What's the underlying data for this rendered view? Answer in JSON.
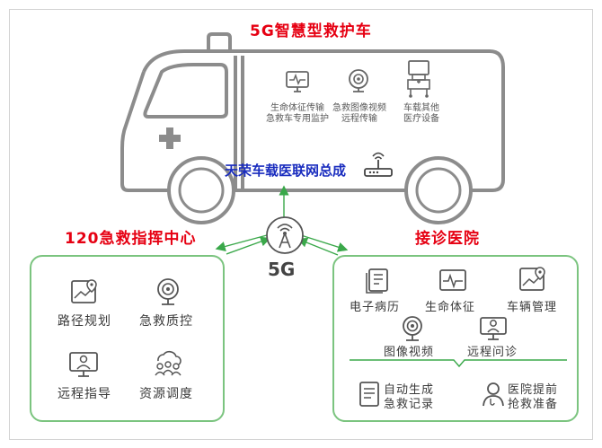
{
  "title": "5G智慧型救护车",
  "network_label": "天荣车载医联网总成",
  "antenna_label": "5G",
  "vehicle_devices": [
    {
      "icon": "vital-monitor-icon",
      "lines": [
        "生命体征传输",
        "急救车专用监护"
      ]
    },
    {
      "icon": "camera-icon",
      "lines": [
        "急救图像视频",
        "远程传输"
      ]
    },
    {
      "icon": "medical-cart-icon",
      "lines": [
        "车载其他",
        "医疗设备"
      ]
    }
  ],
  "command_center": {
    "title": "120急救指挥中心",
    "items": [
      {
        "icon": "map-route-icon",
        "label": "路径规划"
      },
      {
        "icon": "webcam-icon",
        "label": "急救质控"
      },
      {
        "icon": "doctor-screen-icon",
        "label": "远程指导"
      },
      {
        "icon": "people-cloud-icon",
        "label": "资源调度"
      }
    ]
  },
  "hospital": {
    "title": "接诊医院",
    "items": [
      {
        "icon": "medical-record-icon",
        "label": "电子病历"
      },
      {
        "icon": "vital-sign-icon",
        "label": "生命体征"
      },
      {
        "icon": "map-route-icon",
        "label": "车辆管理"
      },
      {
        "icon": "webcam-icon",
        "label": "图像视频"
      },
      {
        "icon": "doctor-screen-icon",
        "label": "远程问诊"
      }
    ],
    "outputs": [
      {
        "icon": "document-icon",
        "lines": [
          "自动生成",
          "急救记录"
        ]
      },
      {
        "icon": "doctor-icon",
        "lines": [
          "医院提前",
          "抢救准备"
        ]
      }
    ]
  },
  "colors": {
    "red": "#e60012",
    "blue": "#1a2dbf",
    "green": "#7bc47f",
    "gray": "#8c8c8c"
  }
}
